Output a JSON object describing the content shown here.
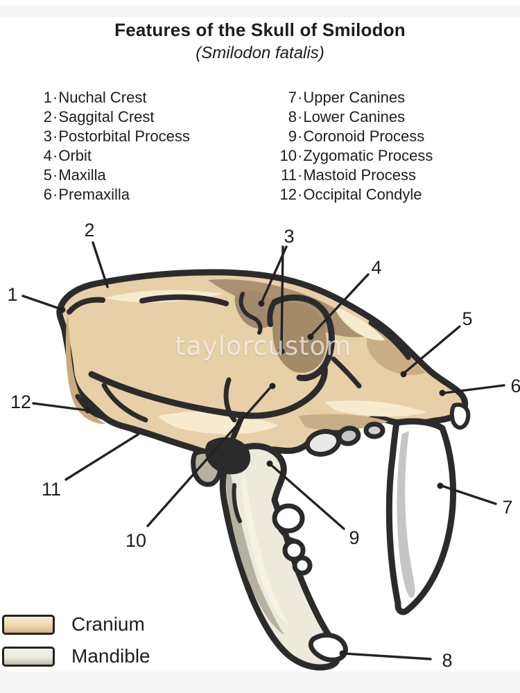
{
  "header": {
    "title": "Features of the Skull of Smilodon",
    "subtitle": "(Smilodon fatalis)"
  },
  "legend_list": {
    "separator": "·",
    "left_column": [
      {
        "num": "1",
        "label": "Nuchal Crest"
      },
      {
        "num": "2",
        "label": "Saggital Crest"
      },
      {
        "num": "3",
        "label": "Postorbital Process"
      },
      {
        "num": "4",
        "label": "Orbit"
      },
      {
        "num": "5",
        "label": "Maxilla"
      },
      {
        "num": "6",
        "label": "Premaxilla"
      }
    ],
    "right_column": [
      {
        "num": "7",
        "label": "Upper Canines"
      },
      {
        "num": "8",
        "label": "Lower Canines"
      },
      {
        "num": "9",
        "label": "Coronoid Process"
      },
      {
        "num": "10",
        "label": "Zygomatic Process"
      },
      {
        "num": "11",
        "label": "Mastoid Process"
      },
      {
        "num": "12",
        "label": "Occipital Condyle"
      }
    ]
  },
  "diagram": {
    "callouts": [
      "1",
      "2",
      "3",
      "4",
      "5",
      "6",
      "7",
      "8",
      "9",
      "10",
      "11",
      "12"
    ],
    "watermark": "taylorcustom",
    "colors": {
      "outline": "#2b2b2b",
      "leader_line": "#222222",
      "cranium_base": "#e7cfa7",
      "cranium_shade_dark": "#a99171",
      "cranium_shade_warm": "#c9ad84",
      "cranium_highlight": "#f7ebcf",
      "orbit_fill": "#a38b6a",
      "mandible_base": "#edeadb",
      "mandible_shade": "#b5b2a2",
      "tooth_white": "#ffffff",
      "tooth_gray": "#c6c6c6",
      "text": "#1d1d1d",
      "strip": "#f5f5f6"
    }
  },
  "key": {
    "items": [
      {
        "label": "Cranium",
        "swatch_top": "#f5ead0",
        "swatch_bottom": "#d3b184"
      },
      {
        "label": "Mandible",
        "swatch_top": "#f8f6ee",
        "swatch_bottom": "#bdbaaa"
      }
    ]
  }
}
